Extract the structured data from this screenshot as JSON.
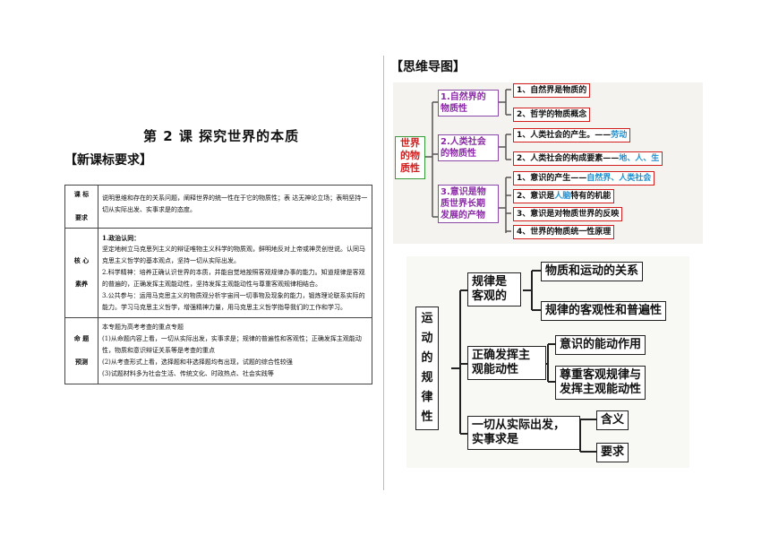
{
  "left": {
    "lesson_title": "第 2 课  探究世界的本质",
    "section_heading": "【新课标要求】",
    "table": [
      {
        "header": "课 标\n要求",
        "lines": [
          "说明思维和存在的关系问题，阐释世界的统一性在于它的物质性；表 达无神论立场；表明坚持一切从实际出发、实事求是的态度。"
        ]
      },
      {
        "header": "核 心\n素养",
        "lines": [
          "1.政治认同：",
          "坚定地树立马克思列主义的辩证唯物主义科学的物质观，鲜明地反对上帝或神灵创世说。认同马克思主义哲学的基本观点，坚持一切从实际出发。",
          "2.科学精神：培养正确认识世界的本质，并能自觉地按照客观规律办事的能力。知道规律是客观的普遍的，正确发挥主观能动性，坚持发挥主观能动性与尊重客观规律相结合。",
          "3.公共参与：运用马克思主义的物质观分析宇宙间一切事物及现象的能力，锻炼理论联系实际的能力。学习马克思主义哲学，增强精神力量，用马克思主义哲学指导我们的工作和学习。"
        ]
      },
      {
        "header": "命 题\n预测",
        "lines": [
          "本专题为高考考查的重点专题",
          "(1)从命题内容上看，一切从实际出发，实事求是；规律的普遍性和客观性；正确发挥主观能动性，物质和意识辩证关系等是考查的重点",
          "(2)从考查形式上看，选择题和非选择题均有出现，试题的综合性较强",
          "(3)试题材料多为社会生活、传统文化、时政热点、社会实践等"
        ]
      }
    ]
  },
  "right": {
    "section_heading": "【思维导图】",
    "mindmap1": {
      "root": "世界的物质性",
      "branches": [
        {
          "label": "1.自然界的物质性",
          "items": [
            "1、自然界是物质的",
            "2、哲学的物质概念"
          ]
        },
        {
          "label": "2.人类社会的物质性",
          "items": [
            "1、人类社会的产生。——劳动",
            "2、人类社会的构成要素——地、人、生"
          ]
        },
        {
          "label": "3.意识是物质世界长期发展的产物",
          "items": [
            "1、意识的产生——自然界、人类社会",
            "2、意识是人脑特有的机能",
            "3、意识是对物质世界的反映",
            "4、世界的物质统一性原理"
          ]
        }
      ]
    },
    "mindmap2": {
      "root": "运动的规律性",
      "branches": [
        {
          "label": "规律是客观的",
          "items": [
            "物质和运动的关系",
            "规律的客观性和普遍性"
          ]
        },
        {
          "label": "正确发挥主观能动性",
          "items": [
            "意识的能动作用",
            "尊重客观规律与发挥主观能动性"
          ]
        },
        {
          "label": "一切从实际出发，实事求是",
          "items": [
            "含义",
            "要求"
          ]
        }
      ]
    }
  }
}
